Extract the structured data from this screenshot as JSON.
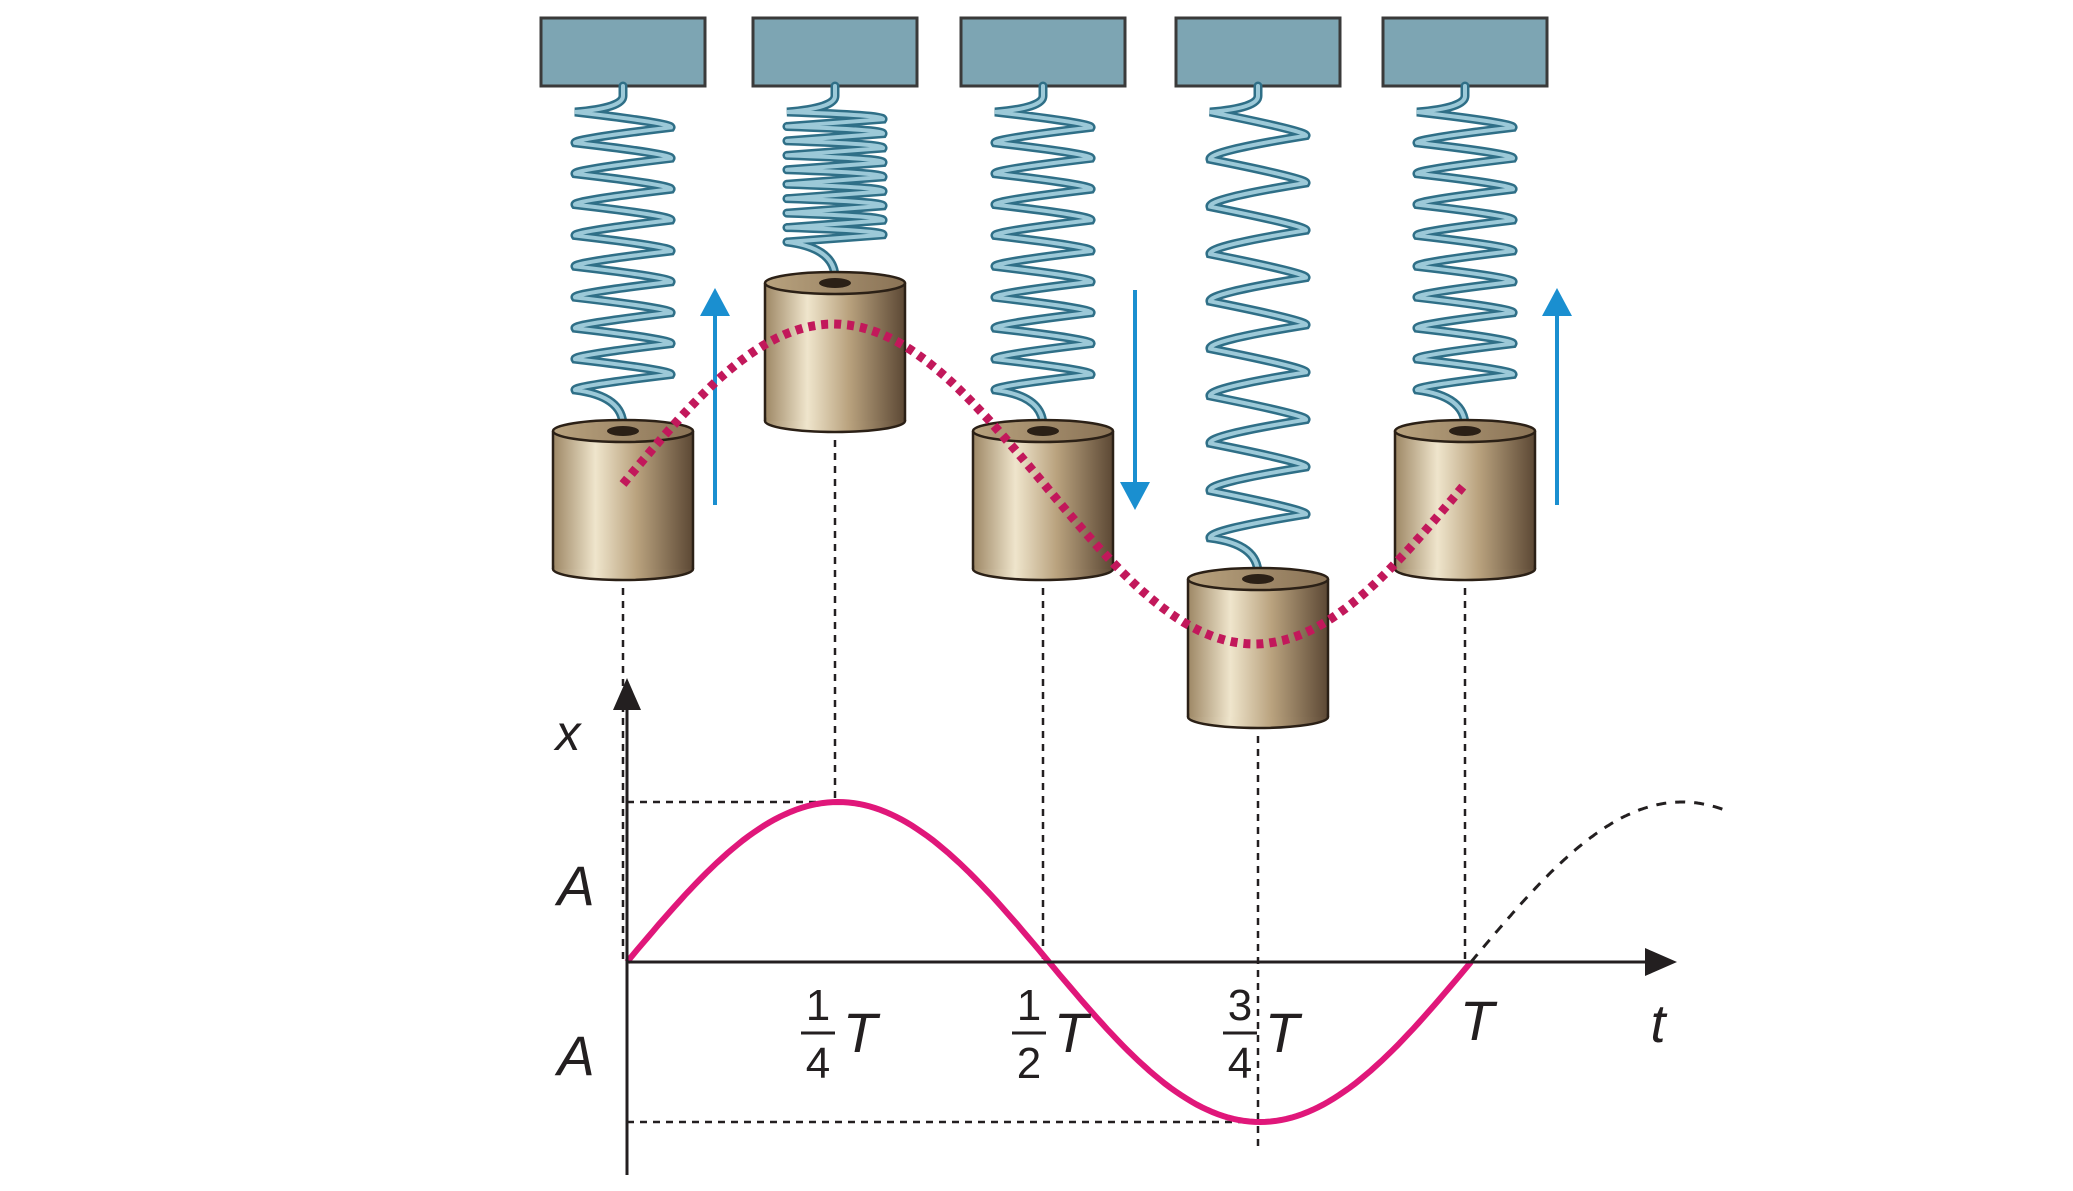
{
  "colors": {
    "mount": "#7da5b3",
    "mount_edge": "#3a3a3a",
    "spring": "#4a8fa8",
    "mass_light": "#e8dcc0",
    "mass_dark": "#6b5440",
    "trajectory": "#c2185b",
    "graph_curve": "#e0177a",
    "velocity_arrow": "#1a8fd0",
    "axis": "#231f20"
  },
  "stages": [
    {
      "phase": 0,
      "velocity_arrow": "up"
    },
    {
      "phase": 0.25,
      "velocity_arrow": "none"
    },
    {
      "phase": 0.5,
      "velocity_arrow": "down"
    },
    {
      "phase": 0.75,
      "velocity_arrow": "none"
    },
    {
      "phase": 1,
      "velocity_arrow": "up"
    }
  ],
  "chart_data": {
    "type": "line",
    "function": "x = A sin(2πt/T)",
    "xlabel": "t",
    "ylabel": "x",
    "ytick_labels": [
      "A",
      "A"
    ],
    "xtick_labels": [
      {
        "num": "1",
        "den": "4",
        "var": "T",
        "t": 0.25
      },
      {
        "num": "1",
        "den": "2",
        "var": "T",
        "t": 0.5
      },
      {
        "num": "3",
        "den": "4",
        "var": "T",
        "t": 0.75
      },
      {
        "num": "",
        "den": "",
        "var": "T",
        "t": 1.0
      }
    ],
    "solid_range": [
      0,
      1
    ],
    "dashed_continuation_range": [
      1,
      1.3
    ],
    "y_range": [
      -1,
      1
    ]
  }
}
